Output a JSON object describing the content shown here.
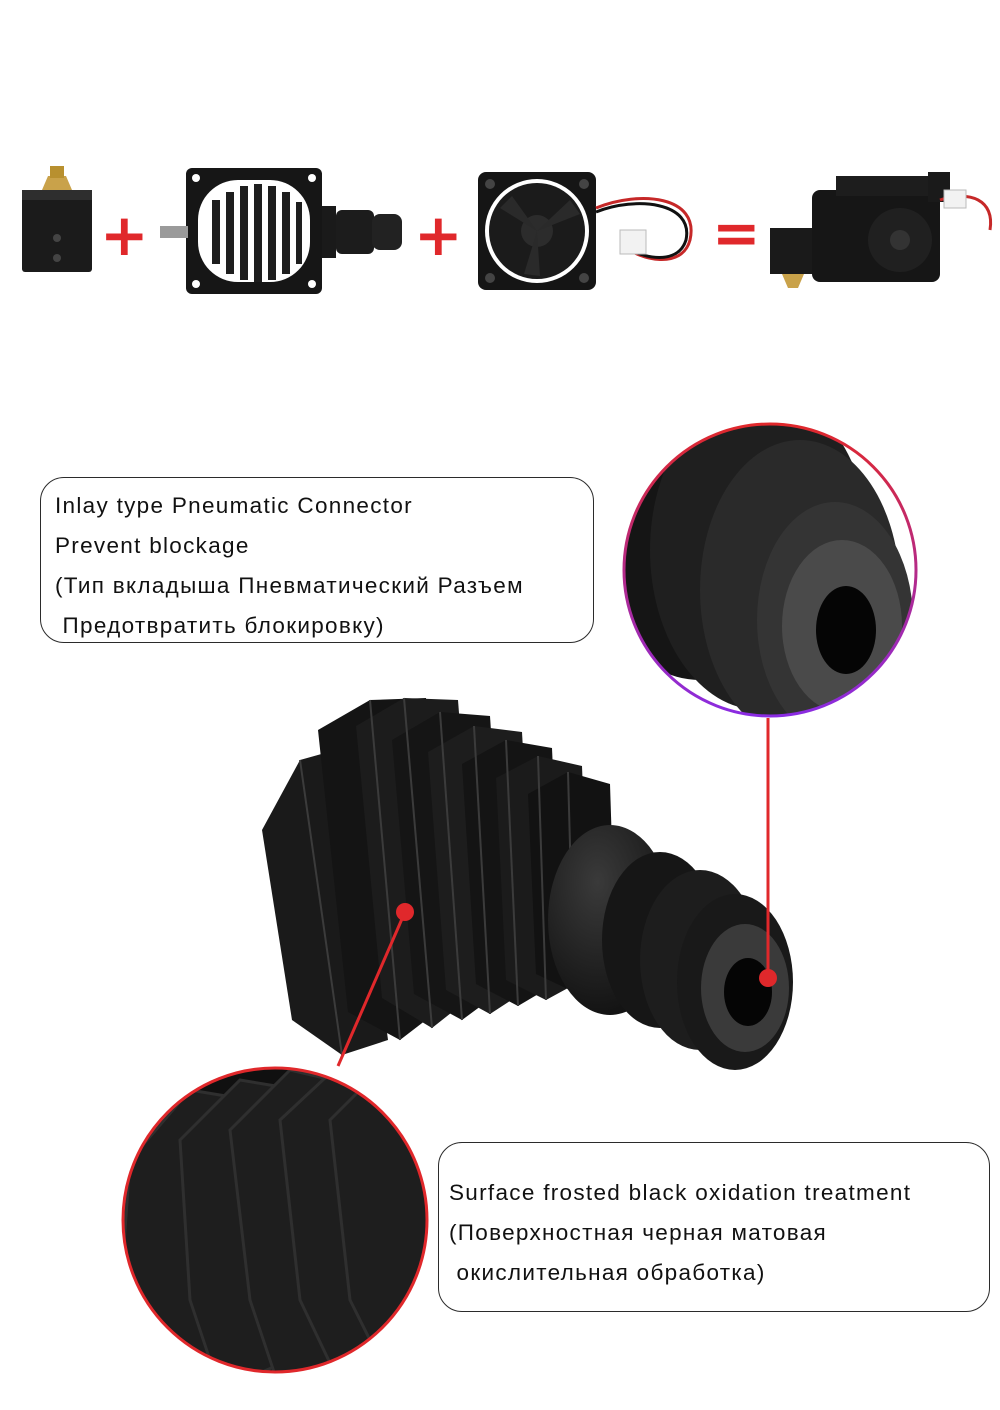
{
  "equation": {
    "operators": [
      "+",
      "+",
      "="
    ],
    "operator_color": "#e0282b"
  },
  "callout_top": {
    "lines": [
      "Inlay type Pneumatic Connector",
      "Prevent blockage",
      "(Тип вкладыша Пневматический Разъем",
      " Предотвратить блокировку)"
    ]
  },
  "callout_bottom": {
    "lines": [
      "Surface frosted black oxidation treatment",
      "(Поверхностная черная матовая",
      " окислительная обработка)"
    ]
  },
  "colors": {
    "accent_red": "#e0282b",
    "magnifier_gradient": [
      "#e0282b",
      "#8a2be2"
    ],
    "part_black": "#141414",
    "brass": "#c9a24a"
  }
}
